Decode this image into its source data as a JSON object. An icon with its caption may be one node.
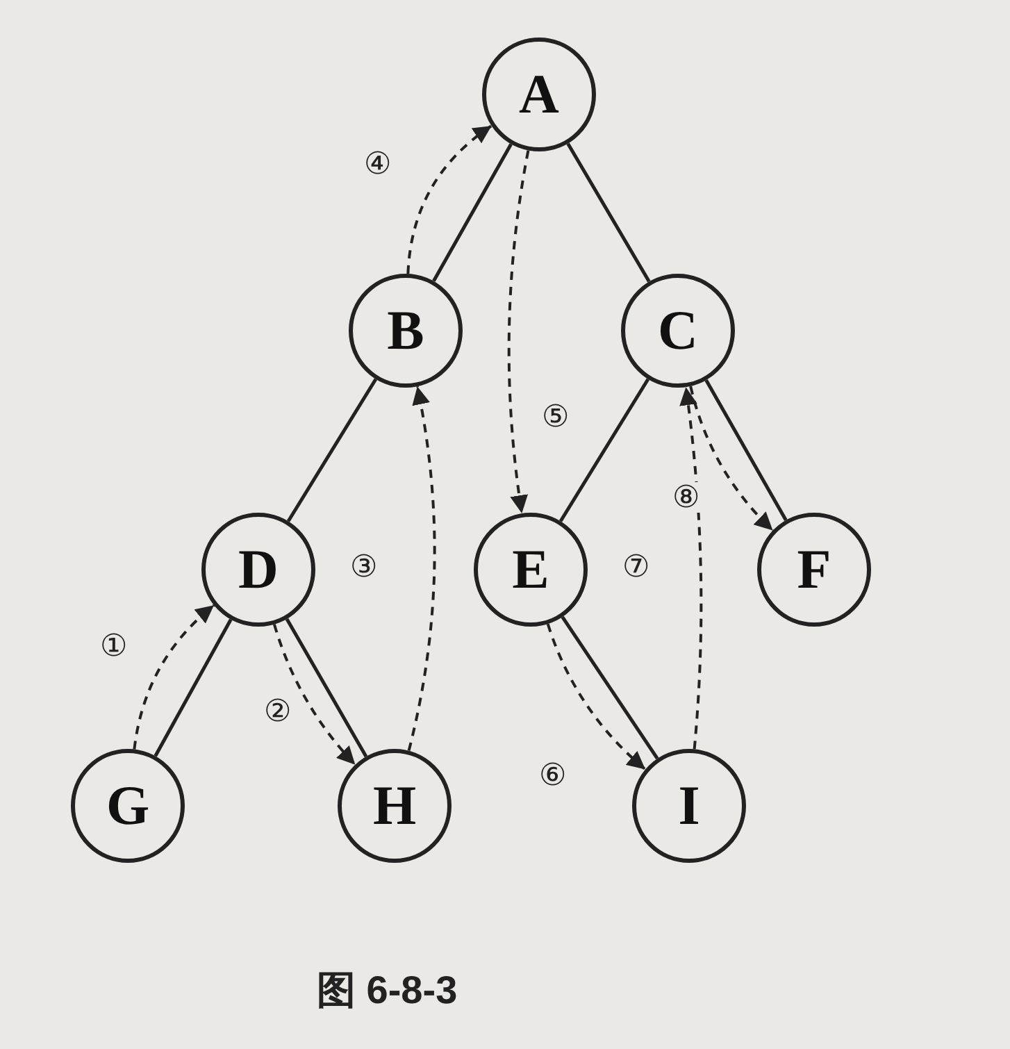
{
  "diagram": {
    "caption": "图 6-8-3",
    "nodes": [
      {
        "text": [
          "A"
        ]
      },
      {
        "text": [
          "B"
        ]
      },
      {
        "text": [
          "C"
        ]
      },
      {
        "text": [
          "D"
        ]
      },
      {
        "text": [
          "E"
        ]
      },
      {
        "text": [
          "F"
        ]
      },
      {
        "text": [
          "G"
        ]
      },
      {
        "text": [
          "H"
        ]
      },
      {
        "text": [
          "I"
        ]
      }
    ],
    "edges": [
      {
        "from": 0,
        "to": 1,
        "arrow": "none"
      },
      {
        "from": 0,
        "to": 2,
        "arrow": "none"
      },
      {
        "from": 1,
        "to": 3,
        "arrow": "none"
      },
      {
        "from": 2,
        "to": 4,
        "arrow": "none"
      },
      {
        "from": 2,
        "to": 5,
        "arrow": "none"
      },
      {
        "from": 3,
        "to": 6,
        "arrow": "none"
      },
      {
        "from": 3,
        "to": 7,
        "arrow": "none"
      },
      {
        "from": 4,
        "to": 8,
        "arrow": "none"
      },
      {
        "from": 6,
        "to": 3,
        "arrow": "to",
        "label": "①",
        "style": "dashed"
      },
      {
        "from": 3,
        "to": 7,
        "arrow": "to",
        "label": "②",
        "style": "dashed"
      },
      {
        "from": 7,
        "to": 1,
        "arrow": "to",
        "label": "③",
        "style": "dashed"
      },
      {
        "from": 1,
        "to": 0,
        "arrow": "to",
        "label": "④",
        "style": "dashed"
      },
      {
        "from": 0,
        "to": 4,
        "arrow": "to",
        "label": "⑤",
        "style": "dashed"
      },
      {
        "from": 4,
        "to": 8,
        "arrow": "to",
        "label": "⑥",
        "style": "dashed"
      },
      {
        "from": 8,
        "to": 2,
        "arrow": "to",
        "label": "⑦",
        "style": "dashed"
      },
      {
        "from": 2,
        "to": 5,
        "arrow": "to",
        "label": "⑧",
        "style": "dashed"
      }
    ]
  }
}
